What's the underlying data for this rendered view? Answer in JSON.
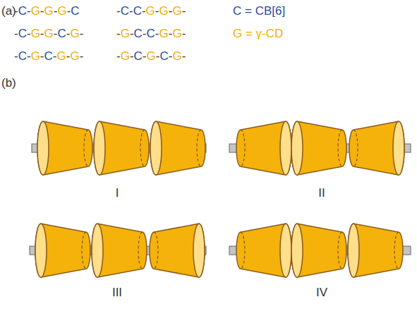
{
  "diagram": {
    "labels": [
      "(a)",
      "-C-G-G-G-C",
      "-C-C-G-G-G-",
      "-C-G-G-C-G-",
      "-G-C-C-G-G-",
      "-C-G-C-G-G-",
      "-G-C-G-C-G-",
      "C = CB[6]",
      "G = γ-CD",
      "(b)",
      "I",
      "II",
      "III",
      "IV"
    ]
  }
}
